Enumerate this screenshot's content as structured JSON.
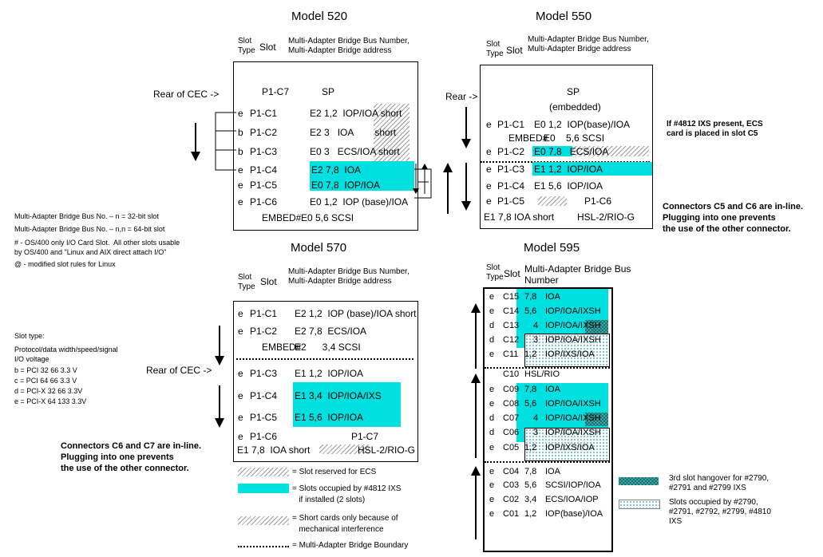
{
  "model520": {
    "title": "Model 520",
    "hdr_slot_type": "Slot Type",
    "hdr_slot": "Slot",
    "hdr_mab": "Multi-Adapter Bridge Bus Number,\nMulti-Adapter Bridge address",
    "rear": "Rear of CEC ->",
    "rows": [
      {
        "type": "",
        "slot": "P1-C7",
        "desc": "SP"
      },
      {
        "type": "e",
        "slot": "P1-C1",
        "desc": "E2 1,2  IOP/IOA short"
      },
      {
        "type": "b",
        "slot": "P1-C2",
        "desc": "E2 3   IOA        short"
      },
      {
        "type": "b",
        "slot": "P1-C3",
        "desc": "E0 3   ECS/IOA short"
      },
      {
        "type": "e",
        "slot": "P1-C4",
        "desc": "E2 7,8  IOA"
      },
      {
        "type": "e",
        "slot": "P1-C5",
        "desc": "E0 7,8  IOP/IOA"
      },
      {
        "type": "e",
        "slot": "P1-C6",
        "desc": "E0 1,2  IOP (base)/IOA"
      },
      {
        "type": "",
        "slot": "EMBED#",
        "desc": "E0 5,6 SCSI"
      }
    ]
  },
  "model550": {
    "title": "Model 550",
    "hdr_slot_type": "Slot Type",
    "hdr_slot": "Slot",
    "hdr_mab": "Multi-Adapter Bridge Bus Number,\nMulti-Adapter Bridge address",
    "rear": "Rear ->",
    "sp": "SP",
    "sp_sub": "(embedded)",
    "rows": [
      {
        "type": "e",
        "slot": "P1-C1",
        "desc": "E0 1,2  IOP(base)/IOA"
      },
      {
        "type": "",
        "slot": "EMBED#",
        "desc": "E0    5,6 SCSI"
      },
      {
        "type": "e",
        "slot": "P1-C2",
        "desc": "E0 7,8   ECS/IOA"
      },
      {
        "type": "e",
        "slot": "P1-C3",
        "desc": "E1 1,2  IOP/IOA"
      },
      {
        "type": "e",
        "slot": "P1-C4",
        "desc": "E1 5,6  IOP/IOA"
      },
      {
        "type": "e",
        "slot": "P1-C5",
        "desc": "P1-C6"
      },
      {
        "type": "",
        "slot": "E1 7,8  IOA short",
        "desc": "HSL-2/RIO-G"
      }
    ],
    "note_ixs": "If #4812 IXS present, ECS\ncard is placed in slot C5",
    "note_inline": "Connectors C5 and C6 are in-line.\nPlugging into one prevents\nthe use of the other connector."
  },
  "legend_left": {
    "line1": "Multi-Adapter Bridge Bus No. –  n    =  32-bit slot",
    "line2": "Multi-Adapter Bridge Bus No. –  n,n  = 64-bit slot",
    "line3": "# - OS/400 only I/O Card Slot.  All other slots usable\nby OS/400 and \"Linux and AIX direct attach I/O\"",
    "line4": "@ - modified slot rules for Linux"
  },
  "slot_type_legend": {
    "title": "Slot type:",
    "desc": "Protocol/data width/speed/signal\nI/O voltage",
    "b": "b = PCI   32   66 3.3 V",
    "c": "c = PCI   64   66 3.3 V",
    "d": "d = PCI-X 32   66 3.3V",
    "e": "e = PCI-X 64 133 3.3V"
  },
  "model570": {
    "title": "Model 570",
    "hdr_slot_type": "Slot Type",
    "hdr_slot": "Slot",
    "hdr_mab": "Multi-Adapter Bridge Bus Number,\nMulti-Adapter Bridge address",
    "rear": "Rear of CEC ->",
    "rows": [
      {
        "type": "e",
        "slot": "P1-C1",
        "desc": "E2 1,2  IOP (base)/IOA short"
      },
      {
        "type": "e",
        "slot": "P1-C2",
        "desc": "E2 7,8  ECS/IOA"
      },
      {
        "type": "",
        "slot": "EMBED#",
        "desc": "E2      3,4 SCSI"
      },
      {
        "type": "e",
        "slot": "P1-C3",
        "desc": "E1 1,2  IOP/IOA"
      },
      {
        "type": "e",
        "slot": "P1-C4",
        "desc": "E1 3,4  IOP/IOA/IXS"
      },
      {
        "type": "e",
        "slot": "P1-C5",
        "desc": "E1 5,6  IOP/IOA"
      },
      {
        "type": "e",
        "slot": "P1-C6",
        "desc": "P1-C7"
      },
      {
        "type": "",
        "slot": "E1 7,8  IOA short",
        "desc": "HSL-2/RIO-G"
      }
    ],
    "note_inline": "Connectors C6 and C7 are in-line.\nPlugging into one prevents\nthe use of the other connector."
  },
  "legend_bottom": {
    "reserved": "= Slot   reserved for ECS",
    "occupied": "= Slots occupied by #4812 IXS\n   if installed (2 slots)",
    "short": "= Short cards only because of\n   mechanical interference",
    "boundary": "= Multi-Adapter Bridge Boundary"
  },
  "model595": {
    "title": "Model 595",
    "hdr_slot_type": "Slot Type",
    "hdr_slot": "Slot",
    "hdr_mab": "Multi-Adapter Bridge Bus\nNumber",
    "rows": [
      {
        "type": "e",
        "slot": "C15",
        "bus": "7,8",
        "desc": "IOA"
      },
      {
        "type": "e",
        "slot": "C14",
        "bus": "5,6",
        "desc": "IOP/IOA/IXSH"
      },
      {
        "type": "d",
        "slot": "C13",
        "bus": "4",
        "desc": "IOP/IOA/IXSH"
      },
      {
        "type": "d",
        "slot": "C12",
        "bus": "3",
        "desc": "IOP/IOA/IXSH"
      },
      {
        "type": "e",
        "slot": "C11",
        "bus": "1,2",
        "desc": "IOP/IXS/IOA"
      },
      {
        "type": "",
        "slot": "C10",
        "bus": "",
        "desc": "HSL/RIO"
      },
      {
        "type": "e",
        "slot": "C09",
        "bus": "7,8",
        "desc": "IOA"
      },
      {
        "type": "e",
        "slot": "C08",
        "bus": "5,6",
        "desc": "IOP/IOA/IXSH"
      },
      {
        "type": "d",
        "slot": "C07",
        "bus": "4",
        "desc": "IOP/IOA/IXSH"
      },
      {
        "type": "d",
        "slot": "C06",
        "bus": "3",
        "desc": "IOP/IOA/IXSH"
      },
      {
        "type": "e",
        "slot": "C05",
        "bus": "1,2",
        "desc": "IOP/IXS/IOA"
      },
      {
        "type": "e",
        "slot": "C04",
        "bus": "7,8",
        "desc": "IOA"
      },
      {
        "type": "e",
        "slot": "C03",
        "bus": "5,6",
        "desc": "SCSI/IOP/IOA"
      },
      {
        "type": "e",
        "slot": "C02",
        "bus": "3,4",
        "desc": "ECS/IOA/IOP"
      },
      {
        "type": "e",
        "slot": "C01",
        "bus": "1,2",
        "desc": "IOP(base)/IOA"
      }
    ],
    "legend_hangover": "3rd slot hangover for #2790,\n#2791 and #2799 IXS",
    "legend_occupied": "Slots occupied by #2790,\n#2791, #2792, #2799, #4810\nIXS"
  }
}
